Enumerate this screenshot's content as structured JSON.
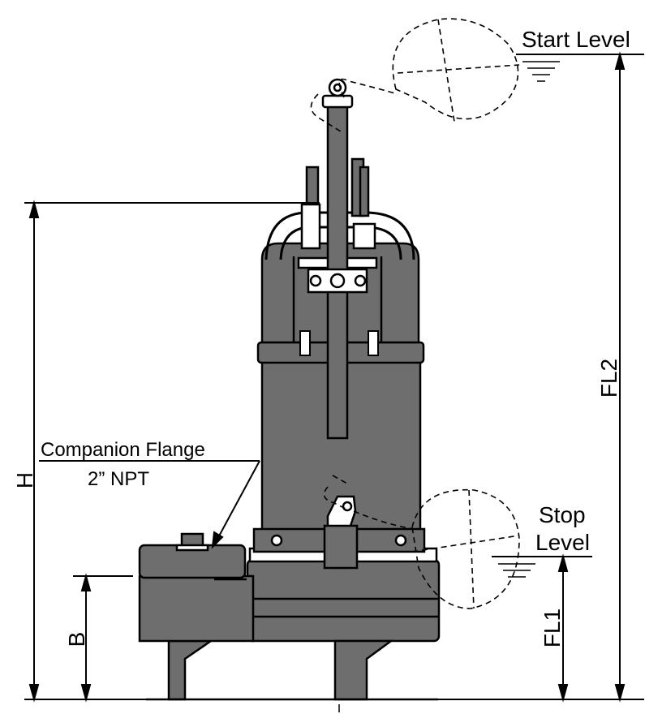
{
  "labels": {
    "start_level": "Start Level",
    "stop_level_line1": "Stop",
    "stop_level_line2": "Level",
    "companion_flange_line1": "Companion Flange",
    "companion_flange_line2": "2” NPT",
    "dim_h": "H",
    "dim_b": "B",
    "dim_fl1": "FL1",
    "dim_fl2": "FL2"
  },
  "colors": {
    "line": "#000000",
    "pump_fill": "#6e6e6e",
    "background": "#ffffff"
  }
}
